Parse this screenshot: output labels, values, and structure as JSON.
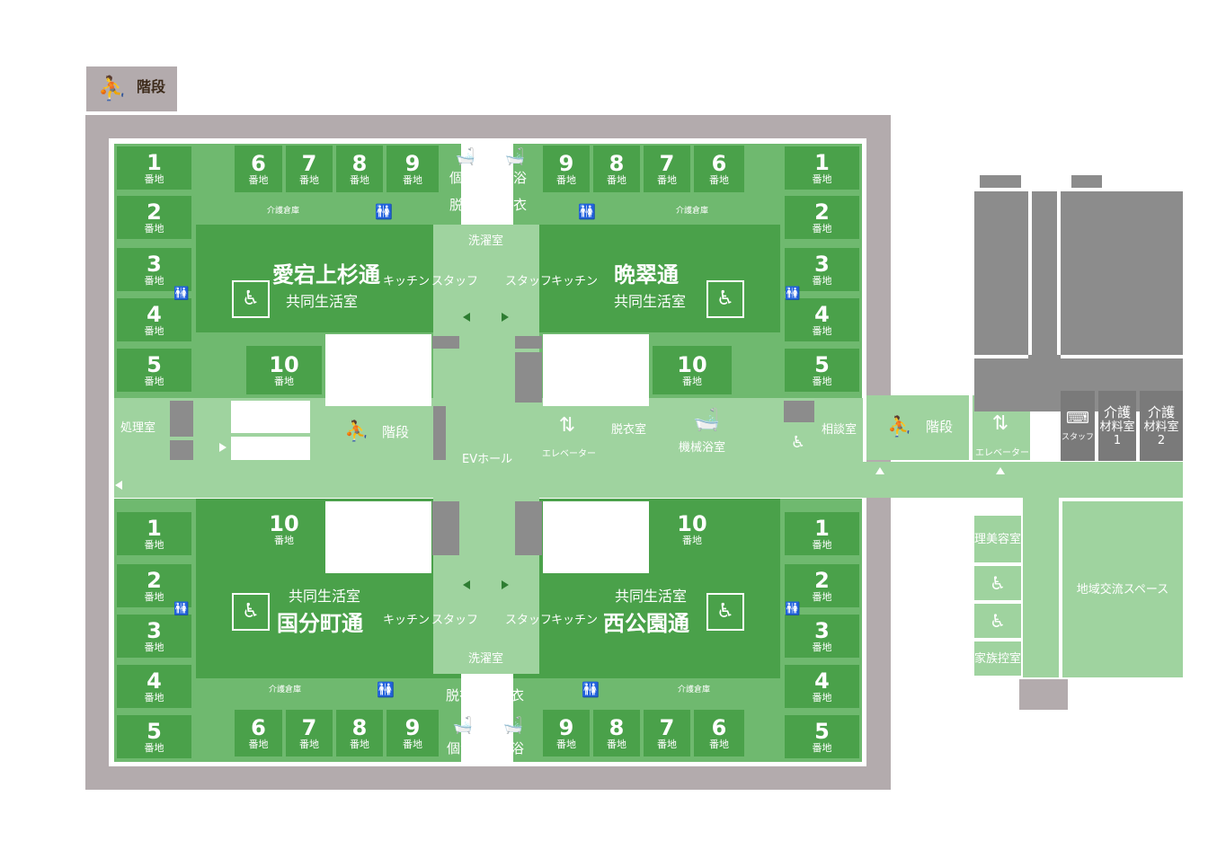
{
  "stairs_top": {
    "label": "階段"
  },
  "units": {
    "nw": {
      "name": "愛宕上杉通",
      "type": "共同生活室"
    },
    "ne": {
      "name": "晩翠通",
      "type": "共同生活室"
    },
    "sw": {
      "name": "国分町通",
      "type": "共同生活室"
    },
    "se": {
      "name": "西公園通",
      "type": "共同生活室"
    }
  },
  "rooms": {
    "n1": "1",
    "n2": "2",
    "n3": "3",
    "n4": "4",
    "n5": "5",
    "n6": "6",
    "n7": "7",
    "n8": "8",
    "n9": "9",
    "n10": "10",
    "banchi": "番地"
  },
  "labels": {
    "kitchen": "キッチン",
    "staff": "スタッフ",
    "laundry": "洗濯室",
    "bath": "個浴",
    "dressing": "脱衣",
    "care_storage": "介護倉庫",
    "treatment": "処理室",
    "stairs": "階段",
    "ev_hall": "EVホール",
    "elevator": "エレベーター",
    "dressing_room": "脱衣室",
    "machine_bath": "機械浴室",
    "consultation": "相談室",
    "staff_small": "スタッフ",
    "material1_a": "介護",
    "material1_b": "材料室",
    "material1_c": "1",
    "material2_a": "介護",
    "material2_b": "材料室",
    "material2_c": "2",
    "barber": "理美容室",
    "family": "家族控室",
    "community": "地域交流スペース"
  },
  "colors": {
    "dark_green": "#4aa14a",
    "mid_green": "#6fb96f",
    "light_green": "#9fd39f",
    "wall": "#b3abad",
    "gray": "#8c8c8c"
  },
  "icons": [
    "stairs-icon",
    "wheelchair-icon",
    "toilet-icon",
    "bathtub-icon",
    "elevator-icon",
    "machine-bath-icon"
  ]
}
